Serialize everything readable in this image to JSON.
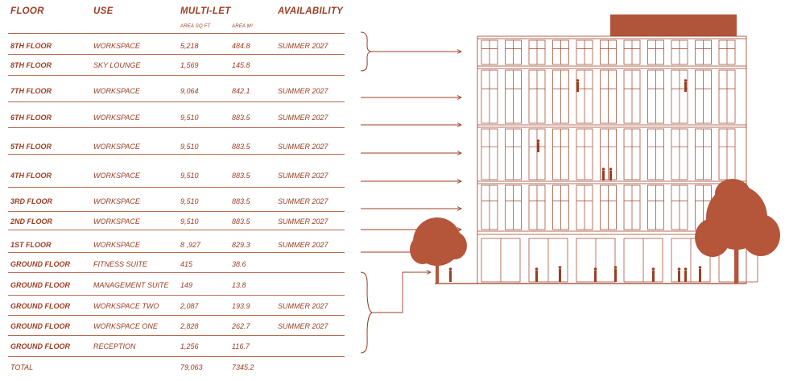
{
  "headers": {
    "floor": "FLOOR",
    "use": "USE",
    "multi_let": "MULTI-LET",
    "availability": "AVAILABILITY"
  },
  "subheaders": {
    "area_sqft": "AREA SQ FT",
    "area_sqm": "AREA M²"
  },
  "rows": [
    {
      "floor": "8TH FLOOR",
      "use": "WORKSPACE",
      "sqft": "5,218",
      "sqm": "484.8",
      "avail": "SUMMER 2027"
    },
    {
      "floor": "8TH FLOOR",
      "use": "SKY LOUNGE",
      "sqft": "1,569",
      "sqm": "145.8",
      "avail": ""
    },
    {
      "floor": "7TH FLOOR",
      "use": "WORKSPACE",
      "sqft": "9,064",
      "sqm": "842.1",
      "avail": "SUMMER 2027"
    },
    {
      "floor": "6TH FLOOR",
      "use": "WORKSPACE",
      "sqft": "9,510",
      "sqm": "883.5",
      "avail": "SUMMER 2027"
    },
    {
      "floor": "5TH FLOOR",
      "use": "WORKSPACE",
      "sqft": "9,510",
      "sqm": "883.5",
      "avail": "SUMMER 2027"
    },
    {
      "floor": "4TH FLOOR",
      "use": "WORKSPACE",
      "sqft": "9,510",
      "sqm": "883.5",
      "avail": "SUMMER 2027"
    },
    {
      "floor": "3RD FLOOR",
      "use": "WORKSPACE",
      "sqft": "9,510",
      "sqm": "883.5",
      "avail": "SUMMER 2027"
    },
    {
      "floor": "2ND FLOOR",
      "use": "WORKSPACE",
      "sqft": "9,510",
      "sqm": "883.5",
      "avail": "SUMMER 2027"
    },
    {
      "floor": "1ST FLOOR",
      "use": "WORKSPACE",
      "sqft": "8 ,927",
      "sqm": "829.3",
      "avail": "SUMMER 2027"
    },
    {
      "floor": "GROUND FLOOR",
      "use": "FITNESS SUITE",
      "sqft": "415",
      "sqm": "38.6",
      "avail": ""
    },
    {
      "floor": "GROUND FLOOR",
      "use": "MANAGEMENT SUITE",
      "sqft": "149",
      "sqm": "13.8",
      "avail": ""
    },
    {
      "floor": "GROUND FLOOR",
      "use": "WORKSPACE TWO",
      "sqft": "2,087",
      "sqm": "193.9",
      "avail": "SUMMER 2027"
    },
    {
      "floor": "GROUND FLOOR",
      "use": "WORKSPACE ONE",
      "sqft": "2,828",
      "sqm": "262.7",
      "avail": "SUMMER 2027"
    },
    {
      "floor": "GROUND FLOOR",
      "use": "RECEPTION",
      "sqft": "1,256",
      "sqm": "116.7",
      "avail": ""
    }
  ],
  "total": {
    "label": "TOTAL",
    "sqft": "79,063",
    "sqm": "7345.2"
  },
  "colors": {
    "ink": "#9b3d22",
    "roof": "#b0543a",
    "tree": "#b5553a"
  }
}
